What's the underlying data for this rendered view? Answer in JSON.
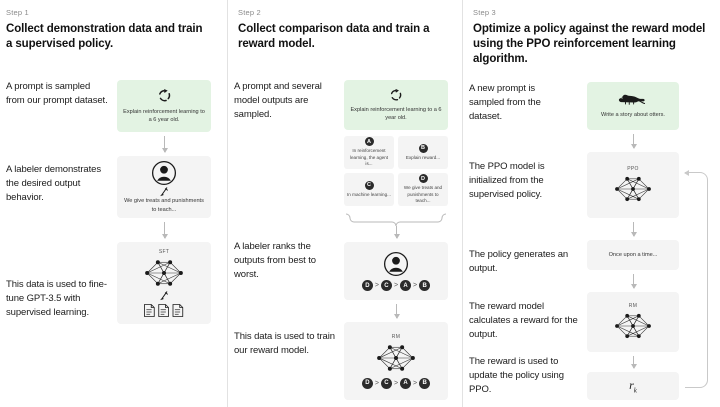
{
  "diagram": {
    "title": "RLHF three-step training process",
    "background": "#ffffff",
    "accent_green": "#e3f3e3",
    "node_gray": "#f4f4f4"
  },
  "columns": [
    {
      "step_label": "Step 1",
      "step_title": "Collect demonstration data and train a supervised policy.",
      "captions": [
        "A prompt is sampled from our prompt dataset.",
        "A labeler demonstrates the desired output behavior.",
        "This data is used to fine-tune GPT-3.5 with supervised learning."
      ],
      "nodes": [
        {
          "id": "prompt",
          "icon": "loop-icon",
          "text": "Explain reinforcement learning to a 6 year old.",
          "style": "green"
        },
        {
          "id": "labeler",
          "icon": "labeler-icon",
          "text": "We give treats and punishments to teach...",
          "style": "gray"
        },
        {
          "id": "sft",
          "tag": "SFT",
          "icon": "neural-net-icon",
          "text": "",
          "style": "gray"
        }
      ]
    },
    {
      "step_label": "Step 2",
      "step_title": "Collect comparison data and train a reward model.",
      "captions": [
        "A prompt and several model outputs are sampled.",
        "A labeler ranks the outputs from best to worst.",
        "This data is used to train our reward model."
      ],
      "nodes": [
        {
          "id": "prompt",
          "icon": "loop-icon",
          "text": "Explain reinforcement learning to a 6 year old.",
          "style": "green"
        },
        {
          "id": "labeler",
          "icon": "labeler-icon",
          "text": "",
          "style": "gray"
        },
        {
          "id": "rm",
          "tag": "RM",
          "icon": "neural-net-icon",
          "text": "",
          "style": "gray"
        }
      ],
      "outputs": [
        {
          "letter": "A",
          "text": "In reinforcement learning, the agent is..."
        },
        {
          "letter": "B",
          "text": "Explain reward..."
        },
        {
          "letter": "C",
          "text": "In machine learning..."
        },
        {
          "letter": "D",
          "text": "We give treats and punishments to teach..."
        }
      ],
      "ranking": [
        "D",
        "C",
        "A",
        "B"
      ],
      "ranking_separator": ">"
    },
    {
      "step_label": "Step 3",
      "step_title": "Optimize a policy against the reward model using the PPO reinforcement learning algorithm.",
      "captions": [
        "A new prompt is sampled from the dataset.",
        "The PPO model is initialized from the supervised policy.",
        "The policy generates an output.",
        "The reward model calculates a reward for the output.",
        "The reward is used to update the policy using PPO."
      ],
      "nodes": [
        {
          "id": "prompt",
          "icon": "otter-icon",
          "text": "Write a story about otters.",
          "style": "green"
        },
        {
          "id": "ppo",
          "tag": "PPO",
          "icon": "neural-net-icon",
          "text": "",
          "style": "gray"
        },
        {
          "id": "output",
          "icon": "",
          "text": "Once upon a time...",
          "style": "gray"
        },
        {
          "id": "rm",
          "tag": "RM",
          "icon": "neural-net-icon",
          "text": "",
          "style": "gray"
        },
        {
          "id": "reward",
          "icon": "",
          "text": "",
          "formula": "r",
          "formula_sub": "k",
          "style": "gray"
        }
      ]
    }
  ]
}
